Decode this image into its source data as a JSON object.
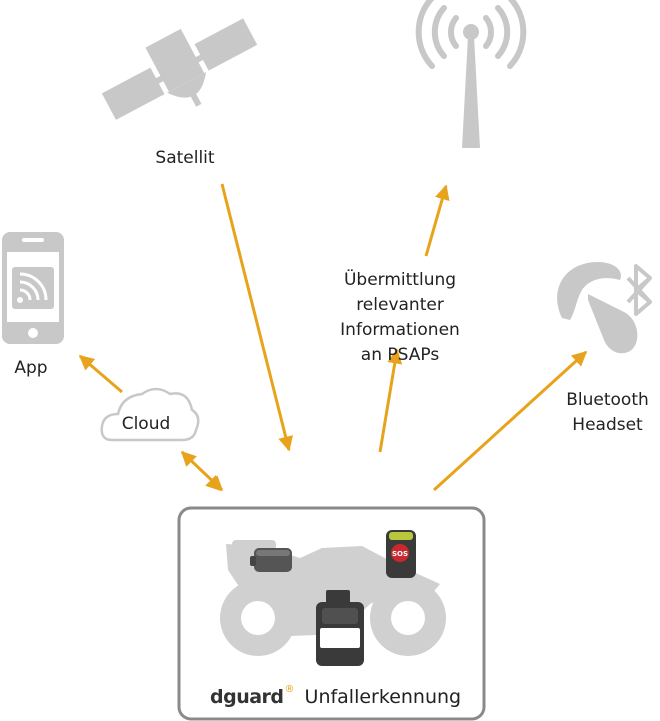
{
  "labels": {
    "satellite": "Satellit",
    "app": "App",
    "cloud": "Cloud",
    "transfer": [
      "Übermittlung",
      "relevanter",
      "Informationen",
      "an PSAPs"
    ],
    "headset": [
      "Bluetooth",
      "Headset"
    ]
  },
  "device_box": {
    "brand": "dguard",
    "brand_mark": "®",
    "caption": "Unfallerkennung",
    "sos_text": "SOS"
  },
  "colors": {
    "arrow": "#e8a31c",
    "icon_gray": "#c8c8c8",
    "box_border": "#8a8a8a",
    "device_dark": "#444444",
    "sos_red": "#c8282e"
  }
}
